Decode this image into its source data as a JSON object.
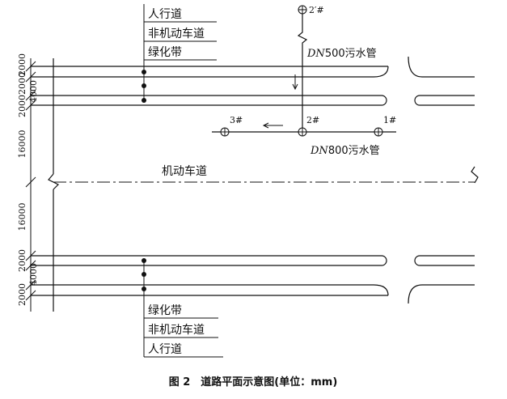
{
  "top_labels": [
    "人行道",
    "非机动车道",
    "绿化带"
  ],
  "bottom_labels": [
    "绿化带",
    "非机动车道",
    "人行道"
  ],
  "left_dims_top": [
    "2000",
    "2000",
    "4000",
    "2000",
    "16000"
  ],
  "left_dims_bottom": [
    "16000",
    "2000",
    "4000",
    "2000"
  ],
  "center_label": "机动车道",
  "pipes": {
    "dn500": {
      "label": "DN500污水管",
      "italic_part": "DN",
      "rest": "500污水管"
    },
    "dn800": {
      "label": "DN800污水管",
      "italic_part": "DN",
      "rest": "800污水管"
    }
  },
  "manholes": {
    "m2prime": "2′#",
    "m3": "3#",
    "m2": "2#",
    "m1": "1#"
  },
  "caption": "图 2　道路平面示意图(单位：mm)"
}
